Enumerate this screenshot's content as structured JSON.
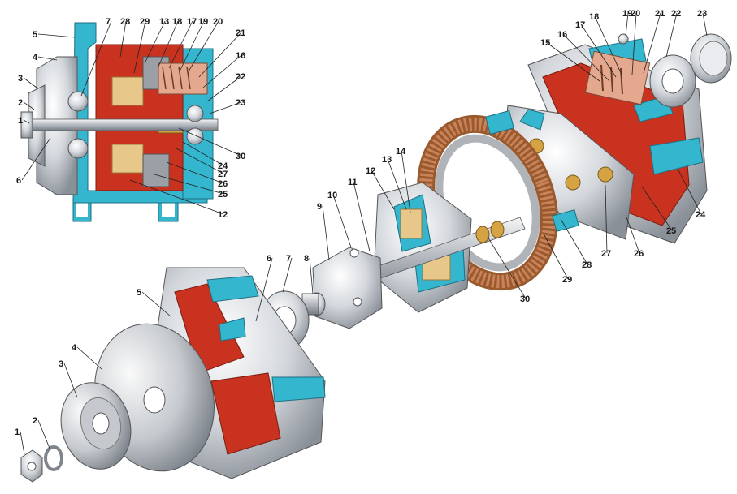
{
  "colors": {
    "metal_light": "#e9ebee",
    "metal_mid": "#b9bec4",
    "metal_dark": "#7e858d",
    "cut_blue": "#35b6cf",
    "cut_red": "#c8321f",
    "copper": "#c9835a",
    "winding": "#e8c88a",
    "label": "#1a1a1a"
  },
  "section_view": {
    "labels": [
      "1",
      "2",
      "3",
      "4",
      "5",
      "6",
      "7",
      "28",
      "29",
      "13",
      "18",
      "17",
      "19",
      "20",
      "21",
      "16",
      "22",
      "23",
      "30",
      "24",
      "27",
      "26",
      "25",
      "12"
    ]
  },
  "exploded_view": {
    "labels": [
      "1",
      "2",
      "3",
      "4",
      "5",
      "6",
      "7",
      "8",
      "9",
      "10",
      "11",
      "12",
      "13",
      "14",
      "30",
      "29",
      "28",
      "27",
      "26",
      "25",
      "24",
      "15",
      "16",
      "17",
      "18",
      "19",
      "20",
      "21",
      "22",
      "23"
    ]
  }
}
